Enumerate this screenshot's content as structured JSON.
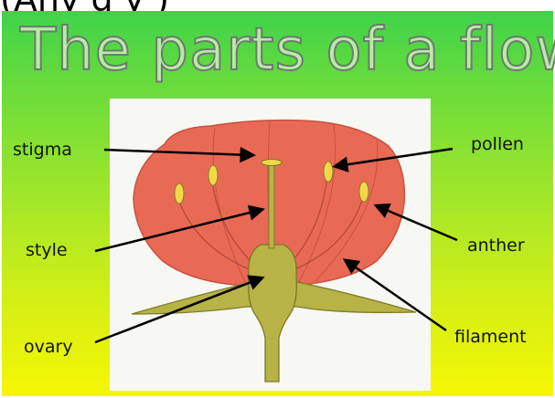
{
  "top_fragment": "(Any   g                                y                )  ",
  "title": "The parts of a flower",
  "labels": {
    "stigma": "stigma",
    "style": "style",
    "ovary": "ovary",
    "pollen": "pollen",
    "anther": "anther",
    "filament": "filament"
  },
  "colors": {
    "petal": "#e86a55",
    "petal_edge": "#c9503f",
    "pistil": "#b7b347",
    "anther": "#f0d948",
    "title_fill": "#b9eba5",
    "title_outline": "#6d7a70",
    "background_top": "#3ed34a",
    "background_bottom": "#f6f603"
  }
}
